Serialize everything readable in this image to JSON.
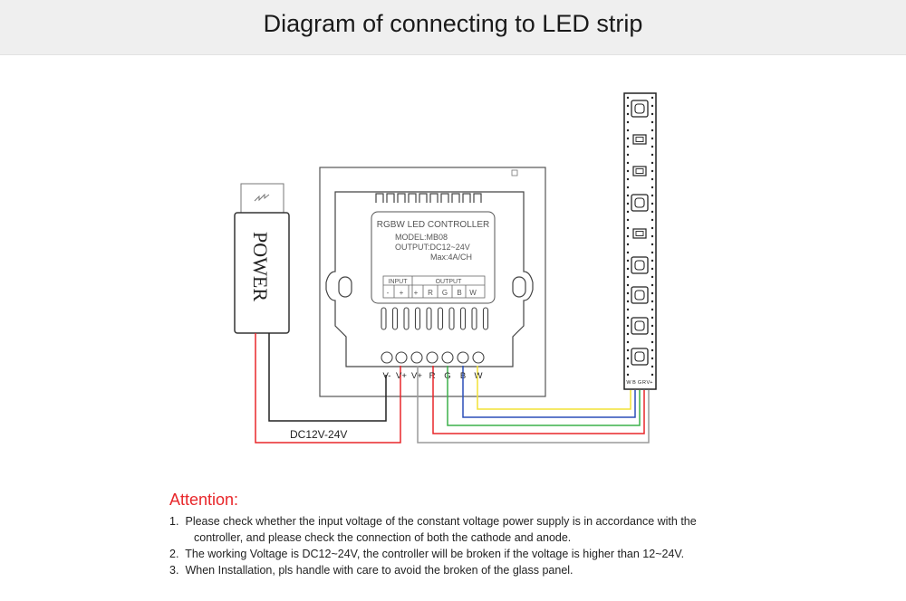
{
  "header": {
    "title": "Diagram of connecting to LED strip"
  },
  "power": {
    "label": "POWER"
  },
  "controller": {
    "title": "RGBW LED CONTROLLER",
    "model": "MODEL:MB08",
    "output": "OUTPUT:DC12~24V",
    "max": "Max:4A/CH",
    "input_header": "INPUT",
    "output_header": "OUTPUT",
    "chip_cells": [
      "-",
      "+",
      "+",
      "R",
      "G",
      "B",
      "W"
    ],
    "terminals": [
      "V-",
      "V+",
      "V+",
      "R",
      "G",
      "B",
      "W"
    ]
  },
  "strip": {
    "pins": [
      "W",
      "B",
      "G",
      "R",
      "V+"
    ]
  },
  "voltage_label": "DC12V-24V",
  "colors": {
    "red": "#e8262a",
    "green": "#3cb04a",
    "blue": "#2b4fb8",
    "yellow": "#f2e235",
    "black": "#222222",
    "gray": "#9a9a9a"
  },
  "attention": {
    "title": "Attention:",
    "items": [
      {
        "num": "1.",
        "text": "Please check whether the input voltage of the constant voltage power supply is in accordance with the",
        "cont": "controller, and please check the connection of both the cathode and anode."
      },
      {
        "num": "2.",
        "text": "The working Voltage is DC12~24V, the controller will be broken if the voltage is higher than 12~24V."
      },
      {
        "num": "3.",
        "text": "When Installation, pls handle with care to avoid the broken of the glass panel."
      }
    ]
  }
}
